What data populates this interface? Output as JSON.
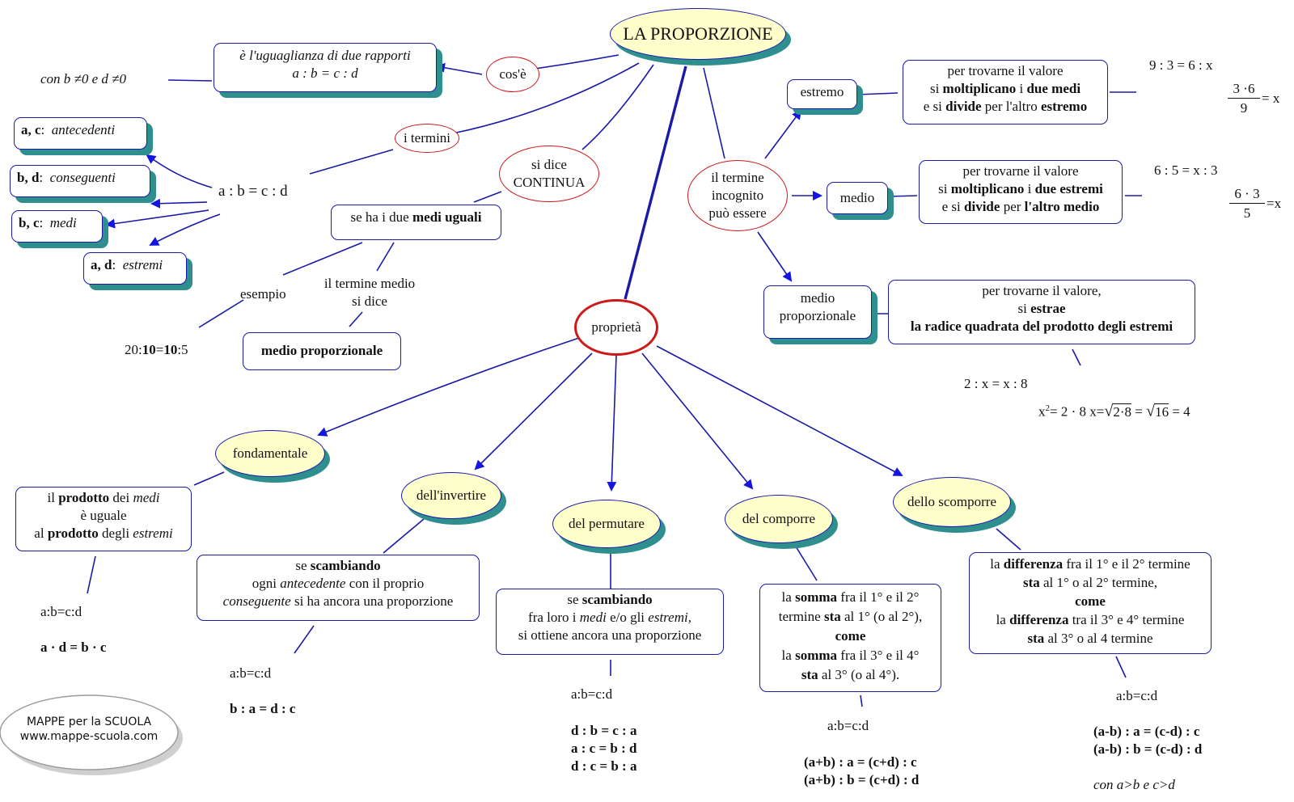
{
  "title": "LA PROPORZIONE",
  "cose": {
    "label": "cos'è",
    "def_line1": "è l'uguaglianza di due rapporti",
    "def_line2": "a : b = c : d",
    "condition": "con b ≠0 e d ≠0"
  },
  "termini": {
    "label": "i termini",
    "formula": "a : b = c : d",
    "items": [
      {
        "letters": "a, c",
        "sep": ":",
        "name": "antecedenti"
      },
      {
        "letters": "b, d",
        "sep": ":",
        "name": "conseguenti"
      },
      {
        "letters": "b, c",
        "sep": ":",
        "name": "medi"
      },
      {
        "letters": "a, d",
        "sep": ":",
        "name": "estremi"
      }
    ]
  },
  "continua": {
    "label_line1": "si dice",
    "label_line2": "CONTINUA",
    "cond_pre": "se ha i due ",
    "cond_bold": "medi uguali",
    "esempio": "esempio",
    "medio_line1": "il termine medio",
    "medio_line2": "si dice",
    "medio_box": "medio proporzionale",
    "example_a": "20:",
    "example_b": "10",
    "example_c": "=",
    "example_d": "10",
    "example_e": ":5"
  },
  "incognito": {
    "label_line1": "il termine",
    "label_line2": "incognito",
    "label_line3": "può essere",
    "estremo": {
      "label": "estremo",
      "r1": "per trovarne il valore",
      "r2a": "si ",
      "r2b": "moltiplicano",
      "r2c": " i ",
      "r2d": "due medi",
      "r3a": "e si ",
      "r3b": "divide",
      "r3c": "  per l'altro ",
      "r3d": "estremo",
      "ex1": "9 : 3 = 6 : x",
      "num": "3 ·6",
      "den": "9",
      "eq": "= x"
    },
    "medio": {
      "label": "medio",
      "r1": "per trovarne il valore",
      "r2a": "si ",
      "r2b": "moltiplicano",
      "r2c": " i ",
      "r2d": "due estremi",
      "r3a": "e si ",
      "r3b": "divide",
      "r3c": " per ",
      "r3d": "l'altro medio",
      "ex1": "6 : 5 = x : 3",
      "num": "6 · 3",
      "den": "5",
      "eq": "=x"
    },
    "medio_prop": {
      "label_line1": "medio",
      "label_line2": "proporzionale",
      "r1": "per trovarne il valore,",
      "r2a": "si ",
      "r2b": "estrae",
      "r3": "la radice quadrata del prodotto degli estremi",
      "ex1": "2 : x = x : 8",
      "ex2a": "x",
      "ex2b": "2",
      "ex2c": "= 2 · 8   x=",
      "ex2d": "2·8",
      "ex2e": " = ",
      "ex2f": "16",
      "ex2g": " = 4"
    }
  },
  "proprieta": {
    "label": "proprietà",
    "fondamentale": {
      "label": "fondamentale",
      "r1a": "il ",
      "r1b": "prodotto",
      "r1c": " dei ",
      "r1d": "medi",
      "r2": "è uguale",
      "r3a": "al ",
      "r3b": "prodotto",
      "r3c": " degli ",
      "r3d": "estremi",
      "ex1": "a:b=c:d",
      "ex2": "a · d = b · c"
    },
    "invertire": {
      "label": "dell'invertire",
      "r1a": "se ",
      "r1b": "scambiando",
      "r2a": "ogni ",
      "r2b": "antecedente",
      "r2c": "  con il proprio",
      "r3a": "conseguente",
      "r3b": "  si ha ancora una proporzione",
      "ex1": "a:b=c:d",
      "ex2": "b : a = d : c"
    },
    "permutare": {
      "label": "del permutare",
      "r1a": "se ",
      "r1b": "scambiando",
      "r2a": "fra loro i ",
      "r2b": "medi",
      "r2c": " e/o gli ",
      "r2d": "estremi,",
      "r3": "si ottiene ancora una proporzione",
      "ex1": "a:b=c:d",
      "ex2": "d : b = c : a",
      "ex3": "a : c = b : d",
      "ex4": "d : c = b : a"
    },
    "comporre": {
      "label": "del comporre",
      "r1a": "la ",
      "r1b": "somma",
      "r1c": " fra il 1° e il 2°",
      "r2a": "termine ",
      "r2b": "sta",
      "r2c": " al 1° (o al 2°),",
      "r3": "come",
      "r4a": "la ",
      "r4b": "somma",
      "r4c": " fra il 3° e il 4°",
      "r5a": "sta",
      "r5b": " al 3° (o al 4°).",
      "ex1": "a:b=c:d",
      "ex2": "(a+b) : a = (c+d) : c",
      "ex3": "(a+b) : b = (c+d) : d"
    },
    "scomporre": {
      "label": "dello scomporre",
      "r1a": "la ",
      "r1b": "differenza",
      "r1c": " fra il 1° e il 2° termine",
      "r2a": "sta",
      "r2b": " al 1° o al 2° termine,",
      "r3": "come",
      "r4a": "la ",
      "r4b": "differenza",
      "r4c": " tra il 3° e 4° termine",
      "r5a": "sta",
      "r5b": " al 3° o al 4 termine",
      "ex1": "a:b=c:d",
      "ex2": "(a-b) : a = (c-d) : c",
      "ex3": "(a-b) : b = (c-d) : d",
      "cond": "con a>b e c>d"
    }
  },
  "credit": {
    "line1": "MAPPE per la SCUOLA",
    "line2": "www.mappe-scuola.com"
  },
  "colors": {
    "line": "#1a1aa8",
    "ellipse_fill": "#ffffcc",
    "red_border": "#cc1a1a",
    "shadow": "#2f8f8f"
  }
}
